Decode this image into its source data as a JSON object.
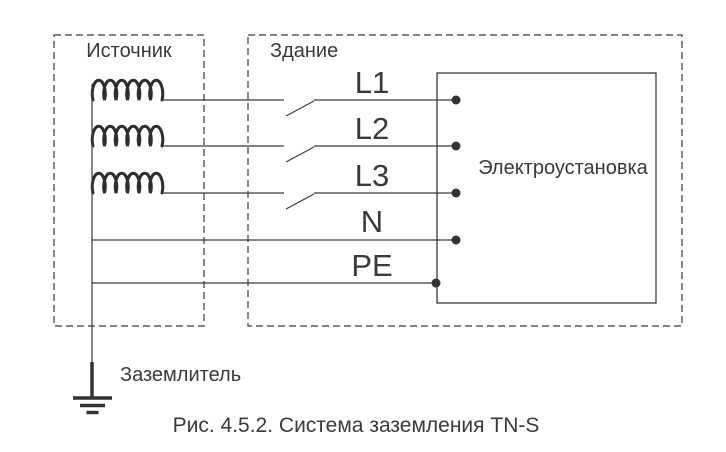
{
  "colors": {
    "ink": "#3a3a3a",
    "coil": "#2e2e2e",
    "background": "#ffffff"
  },
  "source_block": {
    "label": "Источник"
  },
  "building_block": {
    "label": "Здание"
  },
  "installation_block": {
    "label": "Электроустановка"
  },
  "earth": {
    "label": "Заземлитель"
  },
  "conductors": [
    {
      "label": "L1",
      "kind": "phase",
      "has_switch": true
    },
    {
      "label": "L2",
      "kind": "phase",
      "has_switch": true
    },
    {
      "label": "L3",
      "kind": "phase",
      "has_switch": true
    },
    {
      "label": "N",
      "kind": "neutral",
      "has_switch": false
    },
    {
      "label": "PE",
      "kind": "protective-earth",
      "has_switch": false
    }
  ],
  "caption": "Рис. 4.5.2. Система заземления TN-S"
}
